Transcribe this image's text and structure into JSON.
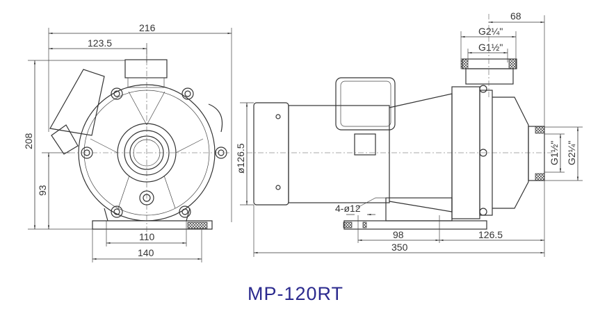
{
  "title": "MP-120RT",
  "colors": {
    "title": "#2b2a8e",
    "lines": "#333333"
  },
  "front_view": {
    "dimensions": {
      "width_total": "216",
      "outlet_offset": "123.5",
      "height_total": "208",
      "shaft_height": "93",
      "base_hole_spacing": "110",
      "base_width": "140"
    }
  },
  "side_view": {
    "dimensions": {
      "outlet_to_inlet": "68",
      "outlet_outer_thread": "G2¼\"",
      "outlet_inner_thread": "G1½\"",
      "inlet_inner_thread": "G1½\"",
      "inlet_outer_thread": "G2¼\"",
      "motor_diameter": "ø126.5",
      "mount_holes": "4-ø12",
      "hole_spacing": "98",
      "hole_to_inlet": "126.5",
      "length_total": "350"
    }
  }
}
